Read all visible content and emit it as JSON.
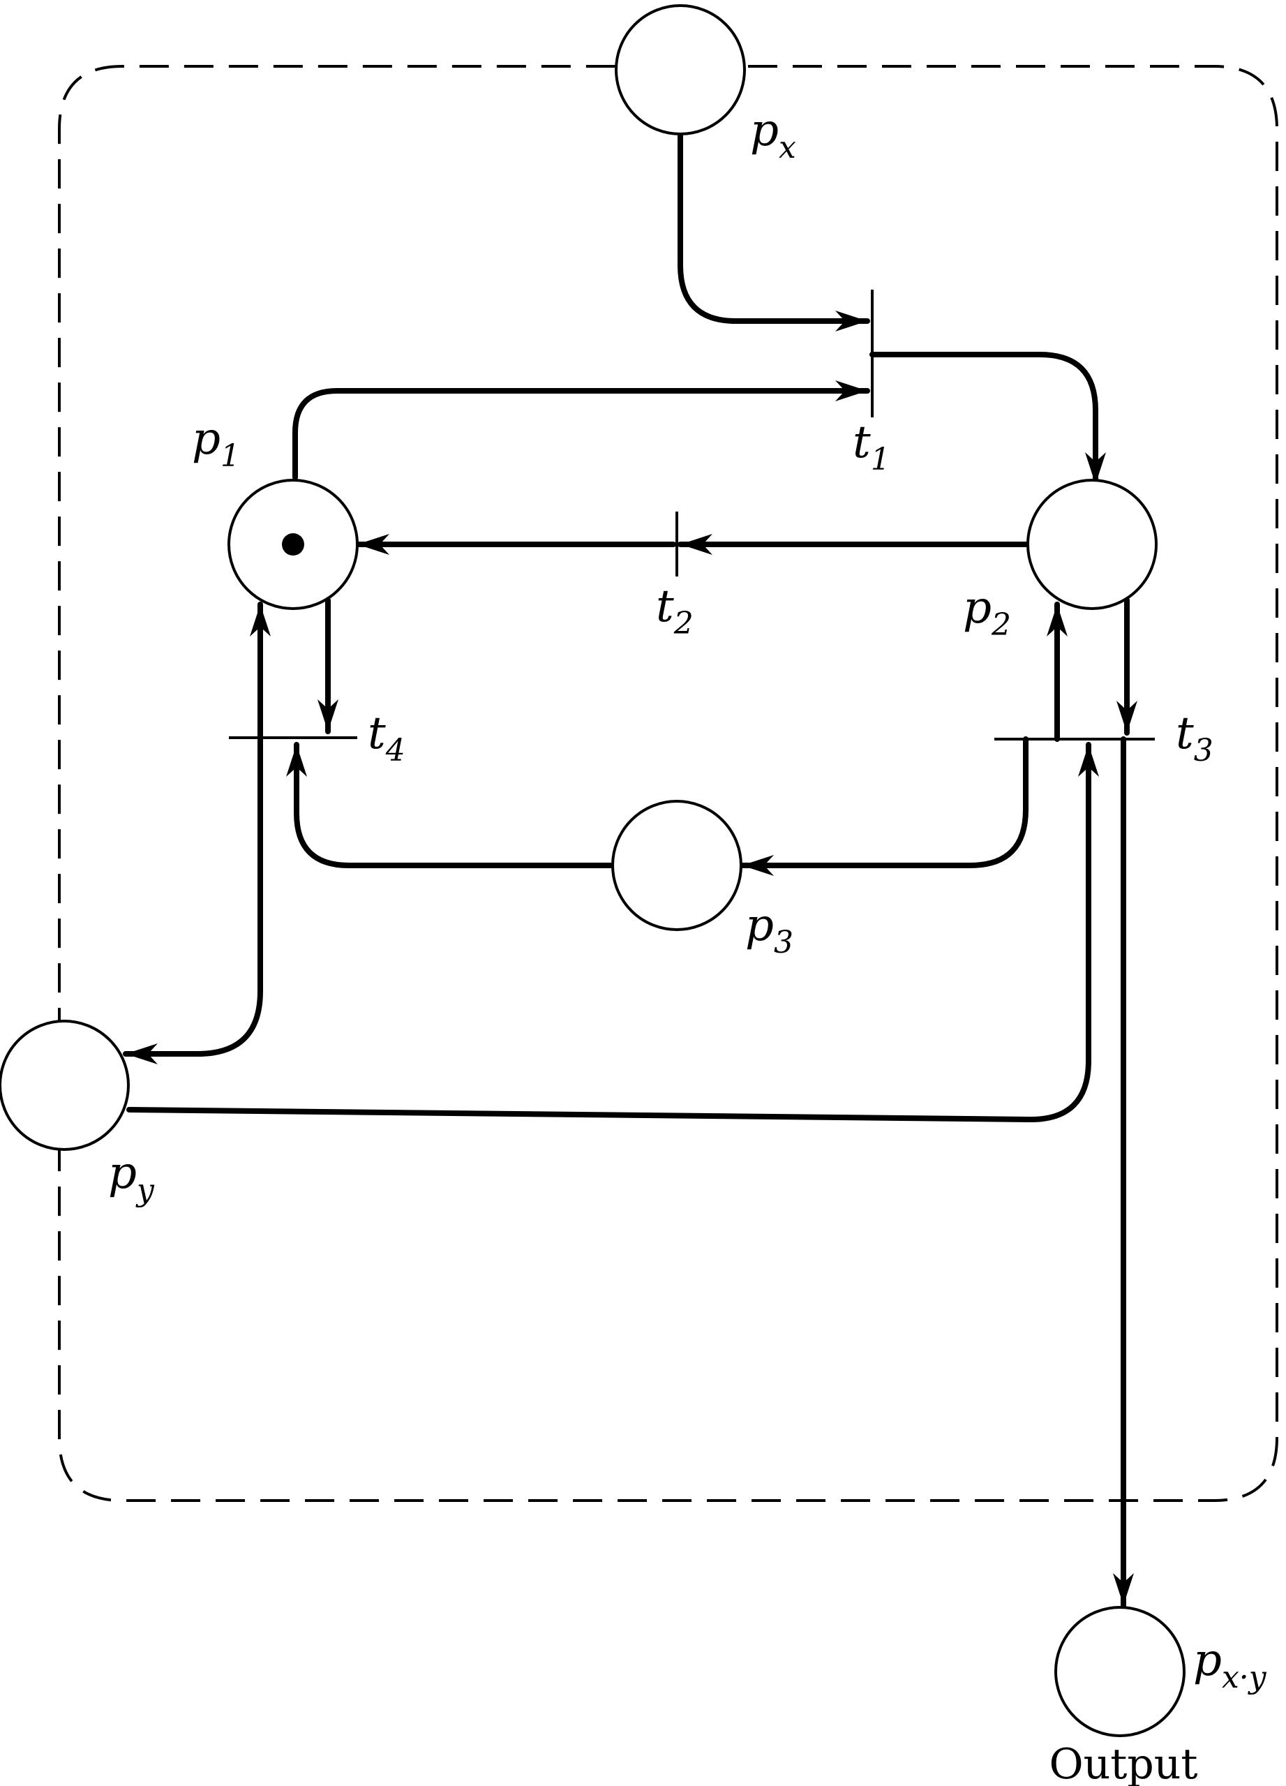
{
  "places": {
    "px": {
      "label": "p",
      "sub": "x"
    },
    "p1": {
      "label": "p",
      "sub": "1",
      "tokens": 1
    },
    "p2": {
      "label": "p",
      "sub": "2"
    },
    "p3": {
      "label": "p",
      "sub": "3"
    },
    "py": {
      "label": "p",
      "sub": "y"
    },
    "pxy": {
      "label": "p",
      "sub": "x·y"
    }
  },
  "transitions": {
    "t1": {
      "label": "t",
      "sub": "1"
    },
    "t2": {
      "label": "t",
      "sub": "2"
    },
    "t3": {
      "label": "t",
      "sub": "3"
    },
    "t4": {
      "label": "t",
      "sub": "4"
    }
  },
  "output_label": "Output"
}
